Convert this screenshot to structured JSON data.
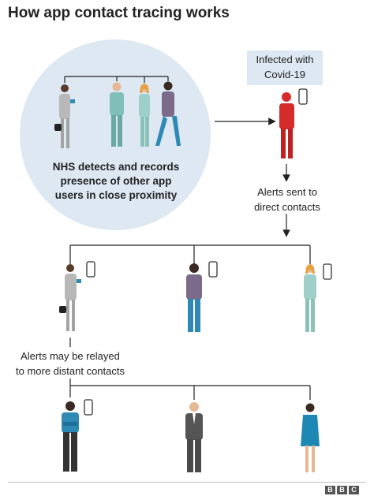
{
  "title": "How app contact tracing works",
  "circle_text": "NHS detects and records presence of other app users in close proximity",
  "infected_label": "Infected with Covid-19",
  "alerts_label": "Alerts sent to direct contacts",
  "relay_label": "Alerts may be relayed to more distant contacts",
  "logo": [
    "B",
    "B",
    "C"
  ],
  "colors": {
    "circle_bg": "#dde8f3",
    "infected": "#d62b2b",
    "line": "#222222",
    "grey_suit": "#b8b8b8",
    "teal_scrubs": "#7fbfb8",
    "purple_shirt": "#7b6a8a",
    "blue_jeans": "#2e8ab4",
    "dark_suit": "#555555",
    "nurse_blue": "#1e88b4"
  },
  "icons": [
    "phone-icon",
    "arrow-icon",
    "person-icon"
  ]
}
